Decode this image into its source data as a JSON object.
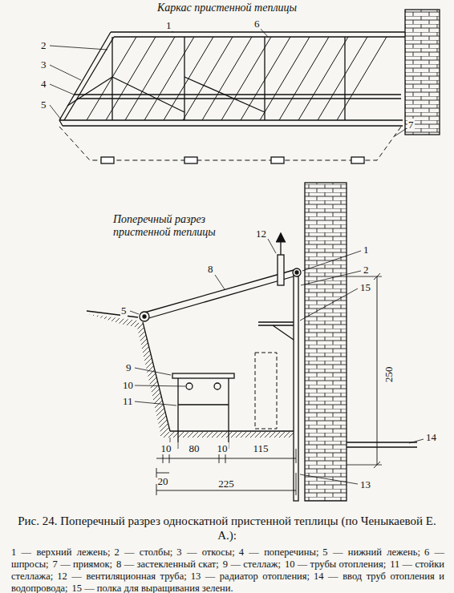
{
  "diagram": {
    "caption": "Рис. 24. Поперечный разрез односкатной пристенной теплицы (по Ченыкаевой Е. А.):",
    "labels": [
      "Каркас пристенной теплицы",
      "1",
      "6",
      "2",
      "3",
      "4",
      "5",
      "7",
      "Поперечный разрез пристенной теплицы",
      "1",
      "12",
      "8",
      "2",
      "15",
      "5",
      "250",
      "14",
      "9",
      "10",
      "11",
      "13",
      "10",
      "80",
      "10",
      "115",
      "20",
      "225",
      "1 — верхний лежень;",
      "2 — столбы;",
      "3 — откосы;",
      "4 — поперечины;",
      "5 — нижний лежень;",
      "6 — шпросы;",
      "7 — приямок;",
      "8 — застекленный скат;",
      "9 — стеллаж;",
      "10 — трубы отопления;",
      "11 — стойки стеллажа;",
      "12 — вентиляционная труба;",
      "13 — радиатор отопления;",
      "14 — ввод труб отопления и водопровода;",
      "15 — полка для выращивания зелени."
    ]
  }
}
